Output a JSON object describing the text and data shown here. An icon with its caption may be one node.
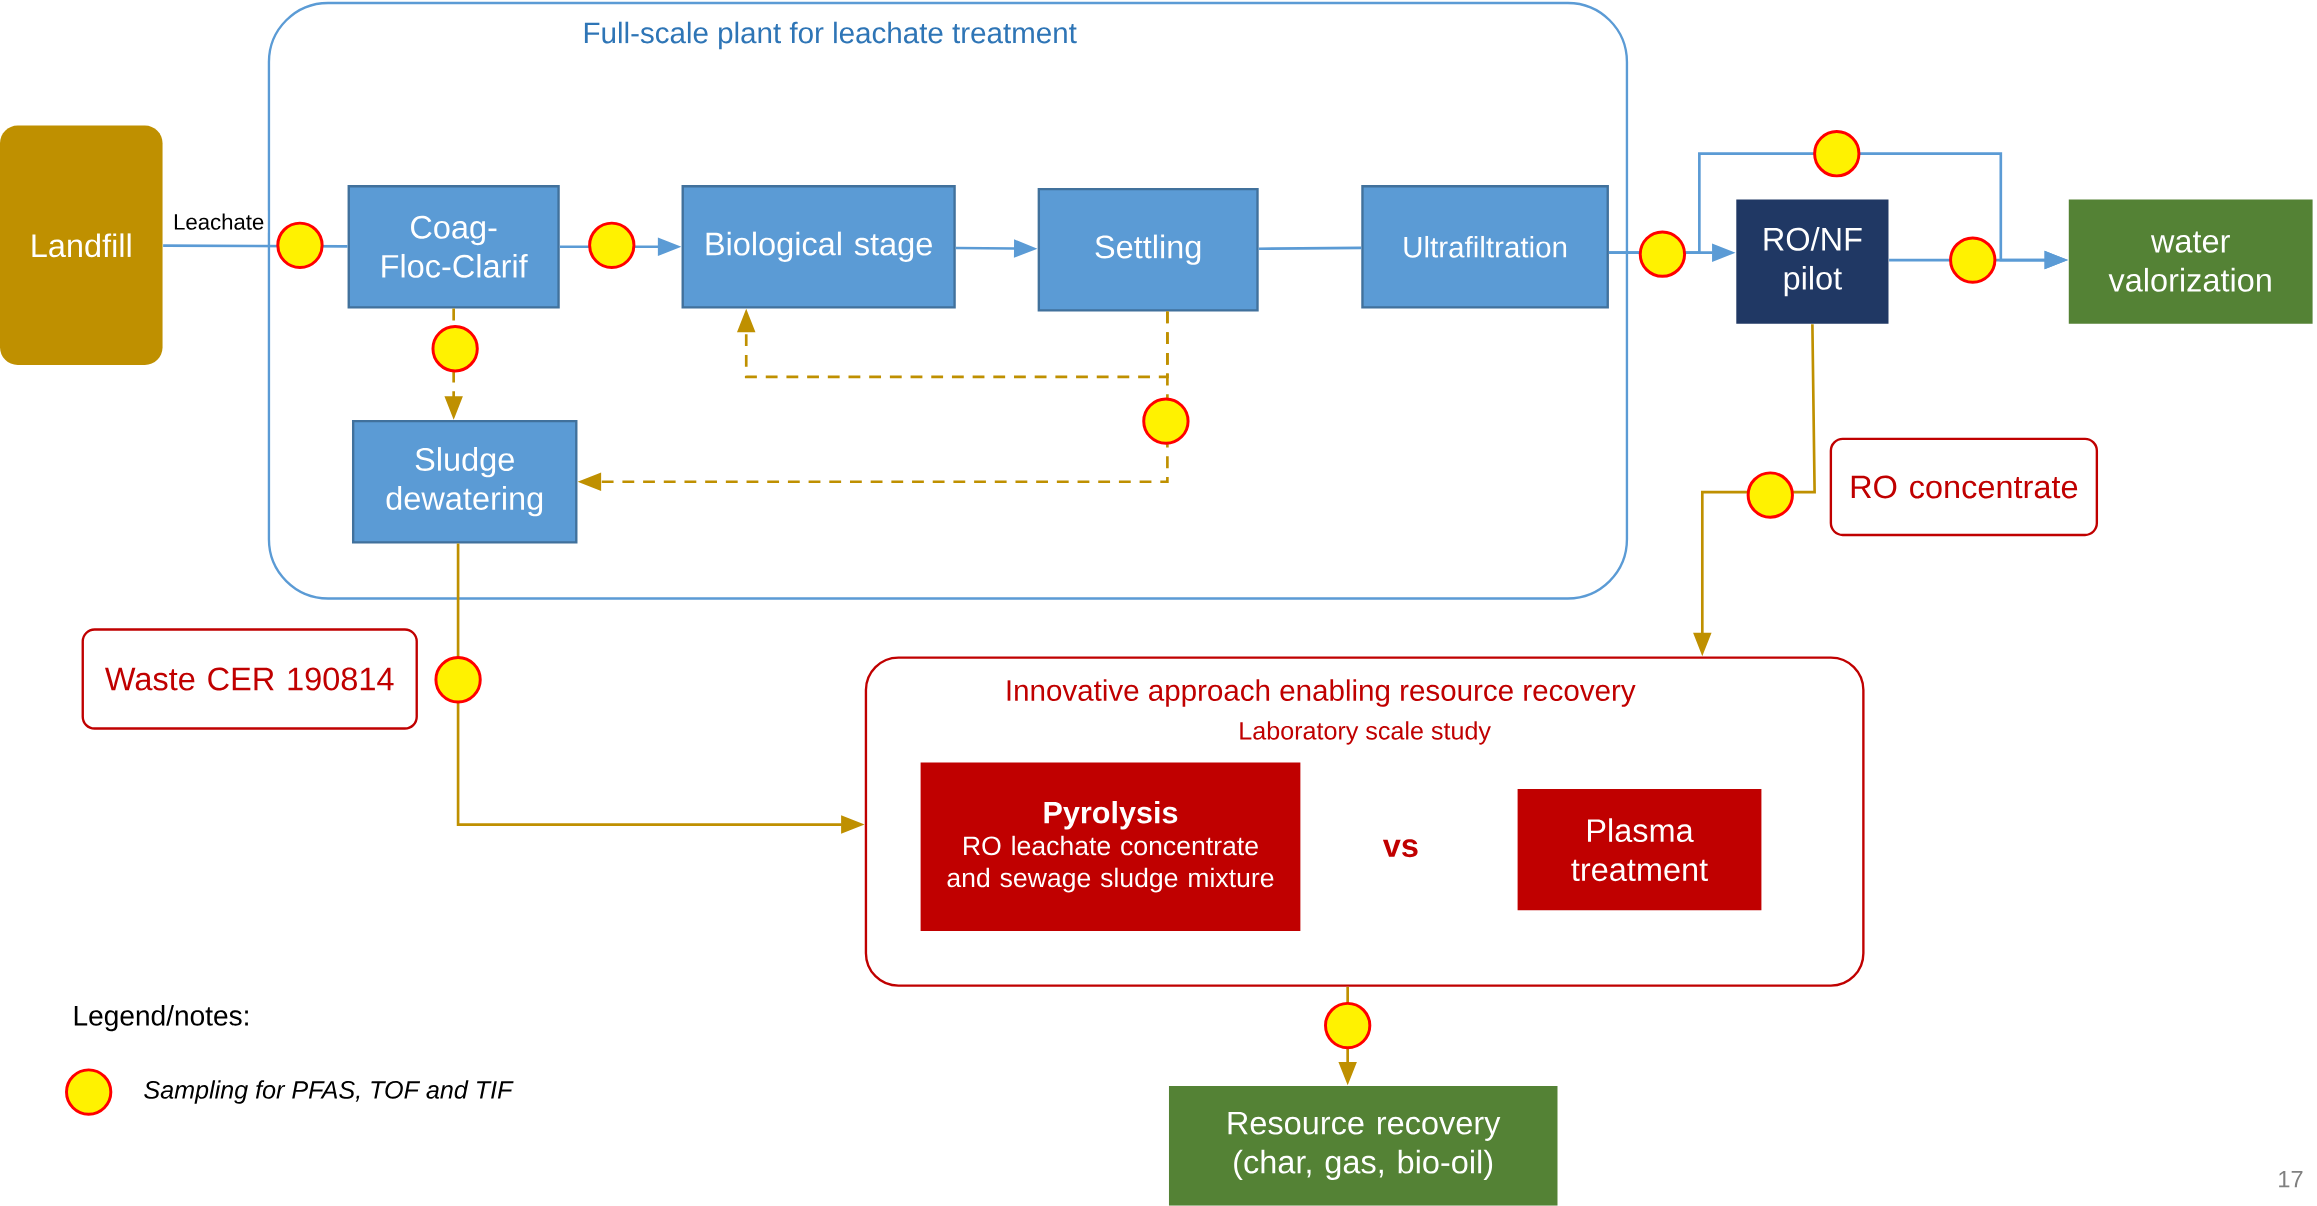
{
  "diagram": {
    "nodes": [
      {
        "text": [
          "Landfill"
        ]
      },
      {
        "text": [
          "Full-scale plant for leachate treatment"
        ]
      },
      {
        "text": [
          "Coag-Floc-Clarif"
        ],
        "in": 1
      },
      {
        "text": [
          "Biological stage"
        ],
        "in": 1
      },
      {
        "text": [
          "Settling"
        ],
        "in": 1
      },
      {
        "text": [
          "Ultrafiltration"
        ],
        "in": 1
      },
      {
        "text": [
          "Sludge dewatering"
        ],
        "in": 1
      },
      {
        "text": [
          "RO/NF pilot"
        ]
      },
      {
        "text": [
          "water valorization"
        ]
      },
      {
        "text": [
          "RO concentrate"
        ]
      },
      {
        "text": [
          "Waste CER 190814"
        ]
      },
      {
        "text": [
          "Innovative approach enabling resource recovery",
          "Laboratory scale study"
        ]
      },
      {
        "text": [
          "Pyrolysis",
          "RO leachate concentrate and sewage sludge mixture"
        ],
        "in": 11
      },
      {
        "text": [
          "Plasma treatment"
        ],
        "in": 11
      },
      {
        "text": [
          "Resource recovery (char, gas, bio-oil)"
        ]
      }
    ],
    "edges": [
      {
        "from": 0,
        "to": 2,
        "arrow": "none",
        "label": "Leachate"
      },
      {
        "from": 2,
        "to": 3,
        "arrow": "to"
      },
      {
        "from": 3,
        "to": 4,
        "arrow": "to"
      },
      {
        "from": 4,
        "to": 5,
        "arrow": "none"
      },
      {
        "from": 5,
        "to": 7,
        "arrow": "to"
      },
      {
        "from": 7,
        "to": 8,
        "arrow": "to"
      },
      {
        "from": 5,
        "to": 8,
        "arrow": "to"
      },
      {
        "from": 2,
        "to": 6,
        "arrow": "to",
        "style": "dashed",
        "color": "#bf9000"
      },
      {
        "from": 4,
        "to": 3,
        "arrow": "to",
        "style": "dashed",
        "color": "#bf9000"
      },
      {
        "from": 4,
        "to": 6,
        "arrow": "to",
        "style": "dashed",
        "color": "#bf9000"
      },
      {
        "from": 7,
        "to": 11,
        "arrow": "to",
        "color": "#bf9000"
      },
      {
        "from": 6,
        "to": 11,
        "arrow": "to",
        "color": "#bf9000"
      },
      {
        "from": 11,
        "to": 14,
        "arrow": "to",
        "color": "#bf9000"
      }
    ],
    "labels": [
      "vs",
      "Legend/notes:",
      "17"
    ],
    "legend": [
      {
        "text": "Sampling for PFAS, TOF and TIF"
      }
    ]
  }
}
